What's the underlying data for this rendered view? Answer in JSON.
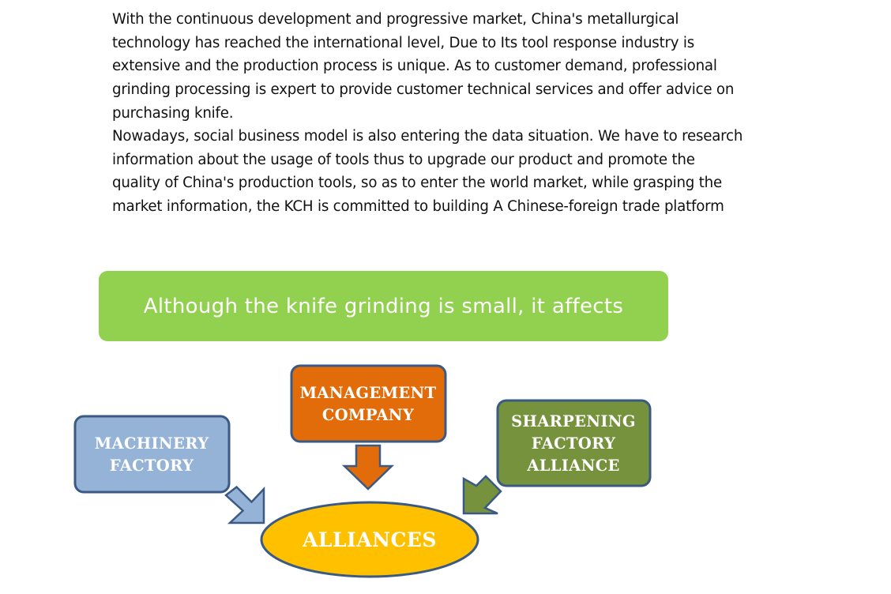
{
  "paragraphs": [
    "With the continuous development and progressive market, China's metallurgical technology has reached the international level, Due to Its tool response industry is extensive and the production process is unique. As to customer demand, professional grinding processing is expert to provide customer technical services and offer advice on purchasing knife.",
    "Nowadays, social business model is also entering the data situation. We have to research information   about the usage of tools thus to upgrade our product and promote the quality of China's production tools, so as to enter the world market, while grasping the market information, the KCH is committed to building A Chinese-foreign trade platform"
  ],
  "banner": {
    "text": "Although the knife grinding is small, it affects",
    "color": "#92d050"
  },
  "diagram": {
    "boxes": [
      {
        "lines": [
          "MANAGEMENT",
          "COMPANY"
        ],
        "fill": "#e36c0a",
        "border": "#3a5a85"
      },
      {
        "lines": [
          "MACHINERY",
          "FACTORY"
        ],
        "fill": "#95b3d7",
        "border": "#3a5a85"
      },
      {
        "lines": [
          "SHARPENING",
          "FACTORY",
          "ALLIANCE"
        ],
        "fill": "#76923c",
        "border": "#3a5a85"
      }
    ],
    "center": {
      "label": "ALLIANCES",
      "fill": "#ffc000",
      "border": "#3a5a85"
    }
  }
}
